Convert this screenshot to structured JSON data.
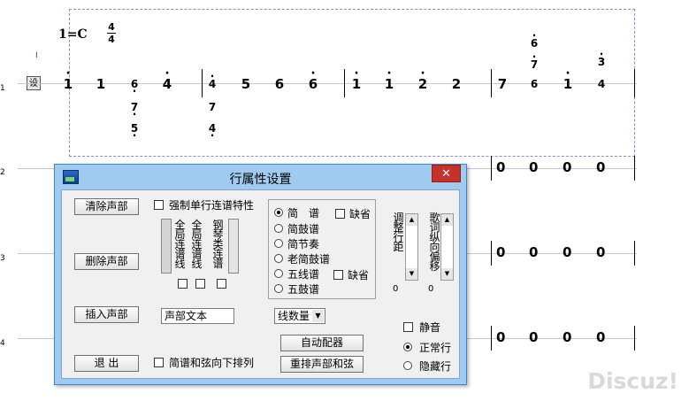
{
  "score": {
    "key": "1=C",
    "time_sig_top": "4",
    "time_sig_bottom": "4",
    "cursor_marker": "I",
    "set_button": "设",
    "row_numbers": [
      "1",
      "2",
      "3",
      "4"
    ],
    "zero": "0"
  },
  "watermark": "Discuz!",
  "dialog": {
    "title": "行属性设置",
    "close_glyph": "✕",
    "buttons": {
      "clear": "清除声部",
      "delete": "删除声部",
      "insert": "插入声部",
      "exit": "退 出",
      "auto_config": "自动配器",
      "rearrange": "重排声部和弦"
    },
    "force_single_line": "强制单行连谱特性",
    "brackets": {
      "full_bracket": "全局连谱线",
      "full_brace": "全局连谱线",
      "piano_brace": "钢琴类连谱"
    },
    "voice_text_value": "声部文本",
    "notation_types": [
      {
        "label": "简　谱",
        "selected": true
      },
      {
        "label": "简鼓谱",
        "selected": false
      },
      {
        "label": "简节奏",
        "selected": false
      },
      {
        "label": "老简鼓谱",
        "selected": false
      },
      {
        "label": "五线谱",
        "selected": false
      },
      {
        "label": "五鼓谱",
        "selected": false
      }
    ],
    "default_label_1": "缺省",
    "default_label_2": "缺省",
    "line_count": "线数量",
    "adjust_spacing": "调整行距",
    "lyric_offset": "歌词纵向偏移",
    "spacing_value": "0",
    "offset_value": "0",
    "mute": "静音",
    "row_mode": [
      {
        "label": "正常行",
        "selected": true
      },
      {
        "label": "隐藏行",
        "selected": false
      }
    ],
    "chord_down": "简谱和弦向下排列"
  }
}
